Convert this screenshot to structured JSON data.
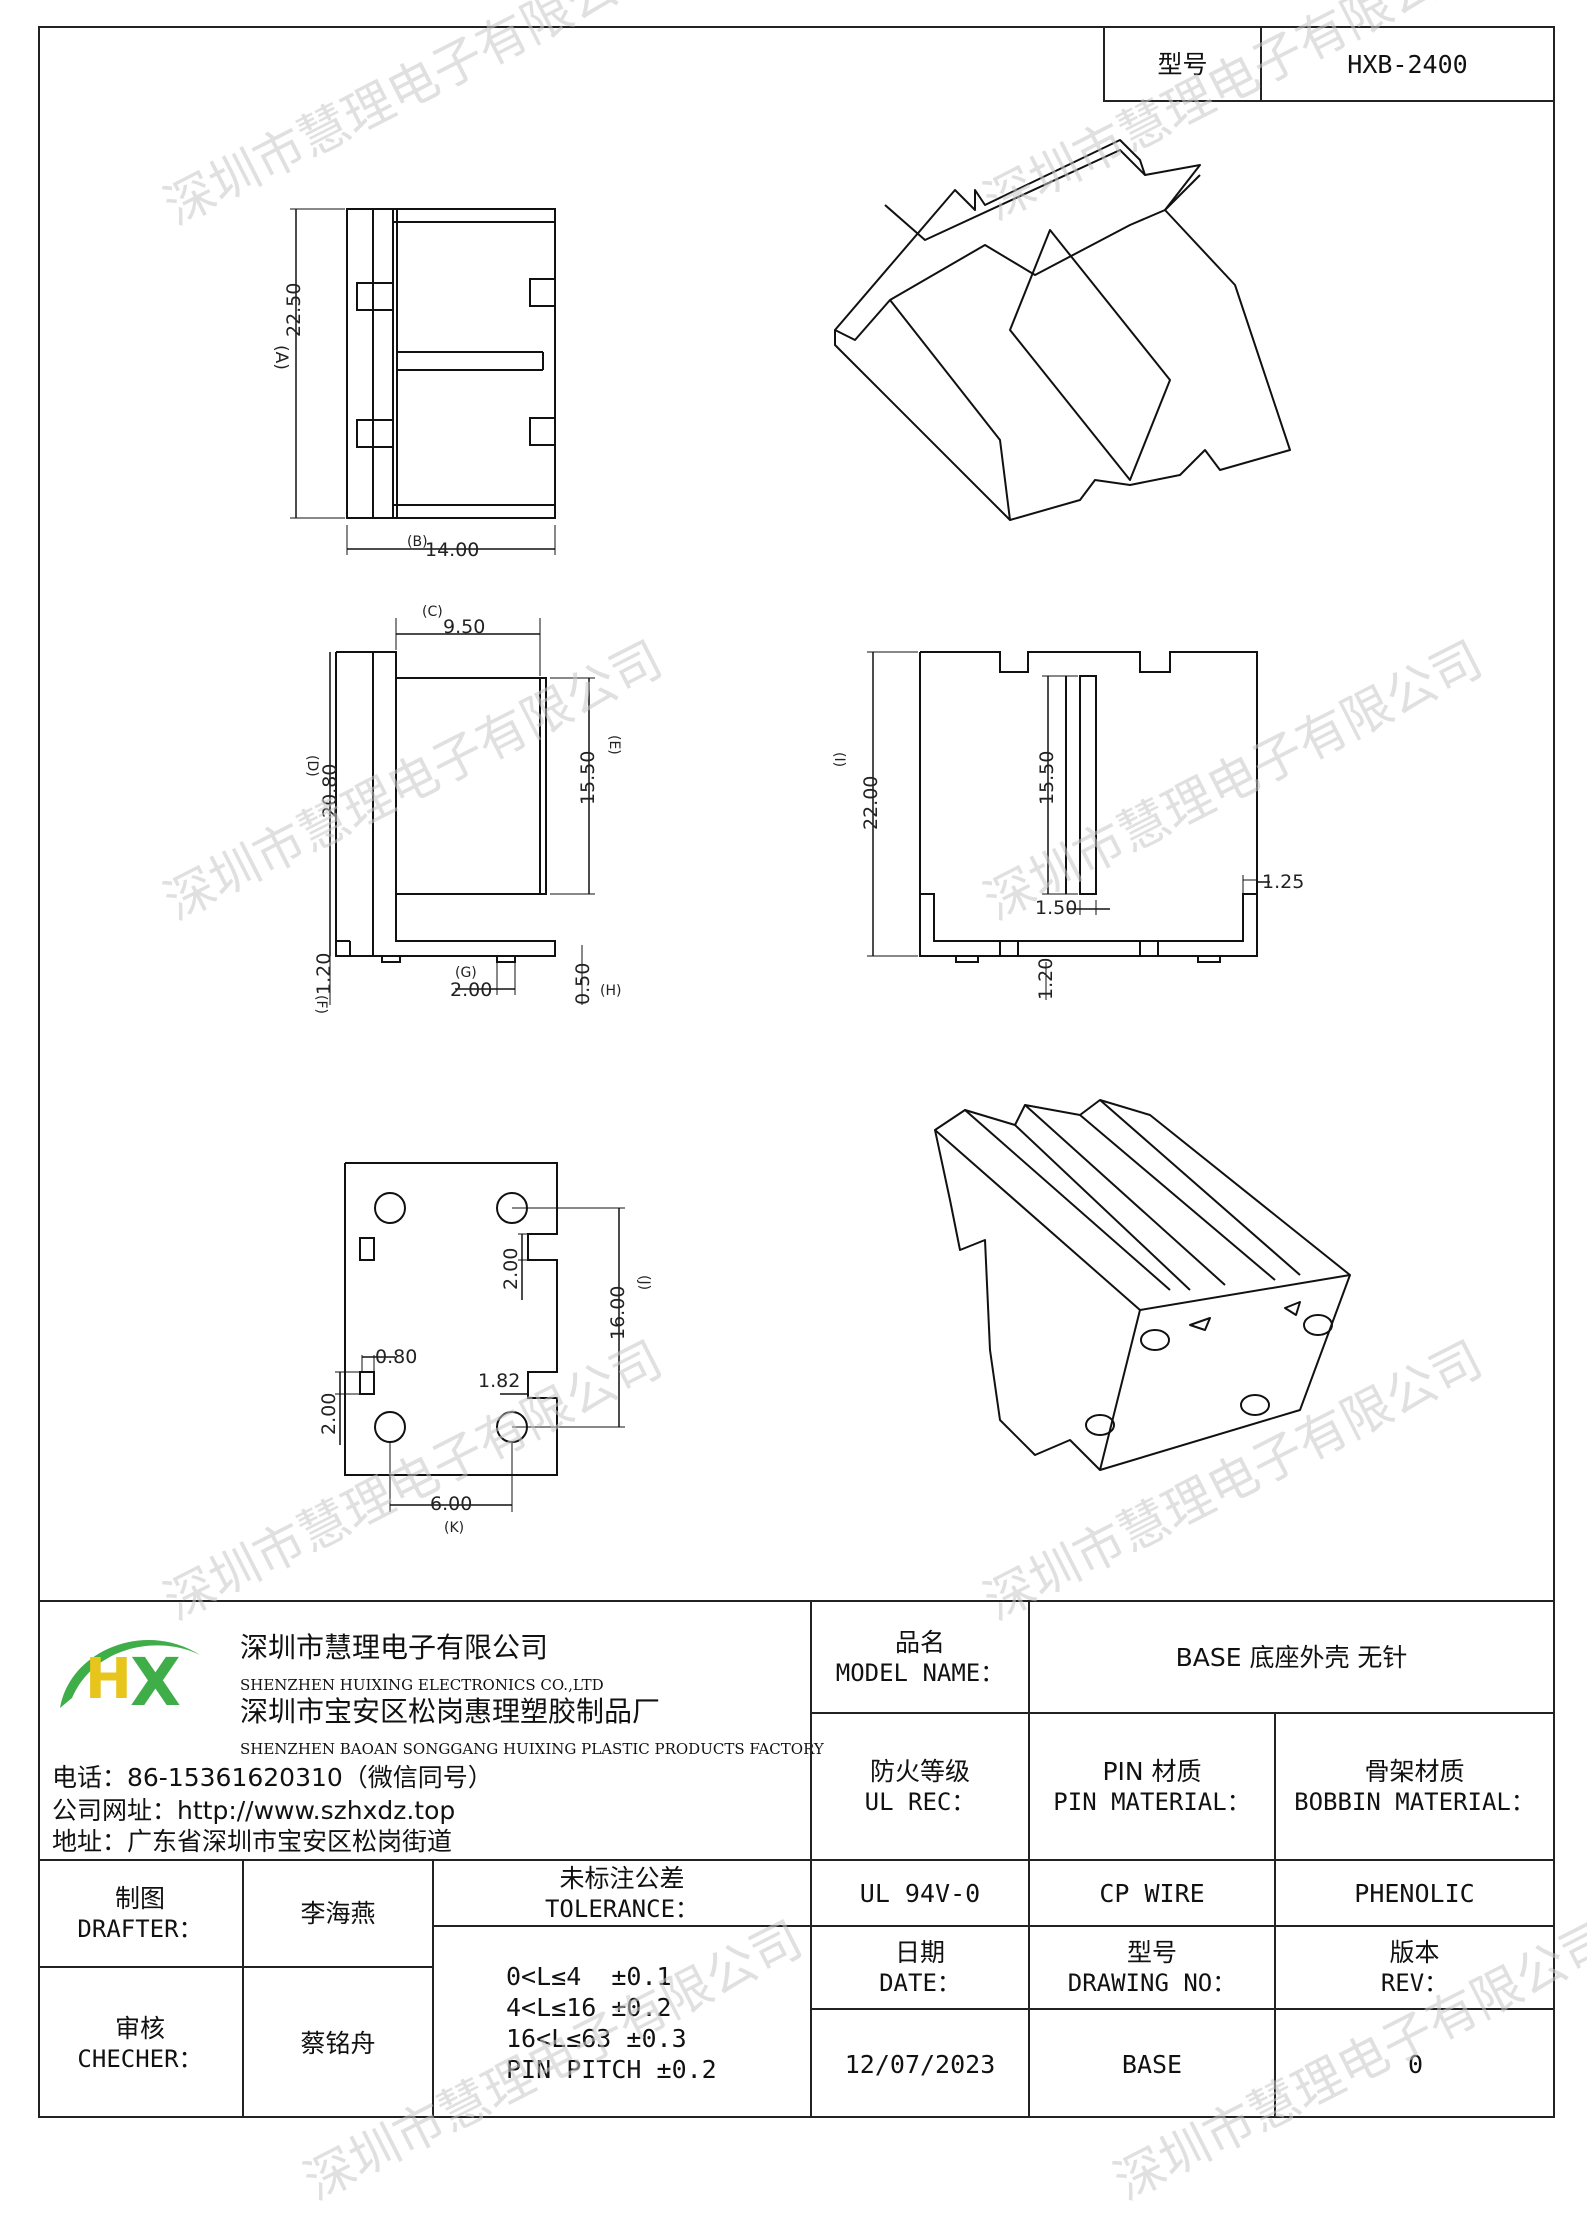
{
  "header": {
    "model_label": "型号",
    "model_value": "HXB-2400"
  },
  "watermark": {
    "text": "深圳市慧理电子有限公司"
  },
  "drawing": {
    "top_view": {
      "dim_a_tag": "(A)",
      "dim_a": "22.50",
      "dim_b_tag": "(B)",
      "dim_b": "14.00"
    },
    "front_view": {
      "dim_c_tag": "(C)",
      "dim_c": "9.50",
      "dim_d_tag": "(D)",
      "dim_d": "20.80",
      "dim_e_tag": "(E)",
      "dim_e": "15.50",
      "dim_f_tag": "(F)",
      "dim_f": "1.20",
      "dim_g_tag": "(G)",
      "dim_g": "2.00",
      "dim_h_tag": "(H)",
      "dim_h": "0.50"
    },
    "side_view": {
      "dim_i_tag": "(I)",
      "dim_i": "22.00",
      "dim_slot_len": "15.50",
      "dim_slot_w": "1.50",
      "dim_notch": "1.25",
      "dim_foot": "1.20"
    },
    "bottom_view": {
      "dim_j_tag": "(J)",
      "dim_j": "16.00",
      "dim_k_tag": "(K)",
      "dim_k": "6.00",
      "dim_notch_h": "2.00",
      "dim_slot_w": "0.80",
      "dim_slot_h": "2.00",
      "dim_notch_w": "1.82"
    }
  },
  "company": {
    "name_cn": "深圳市慧理电子有限公司",
    "name_en": "SHENZHEN HUIXING ELECTRONICS CO.,LTD",
    "factory_cn": "深圳市宝安区松岗惠理塑胶制品厂",
    "factory_en": "SHENZHEN BAOAN SONGGANG HUIXING PLASTIC PRODUCTS FACTORY",
    "phone": "电话：86-15361620310（微信同号）",
    "website": "公司网址：http://www.szhxdz.top",
    "address": "地址：广东省深圳市宝安区松岗街道",
    "logo": {
      "letters": "HX",
      "color_green": "#3fae49",
      "color_yellow": "#e8c51c"
    }
  },
  "title_block": {
    "model_name_cn": "品名",
    "model_name_en": "MODEL NAME：",
    "model_name_value": "BASE 底座外壳 无针",
    "ul_cn": "防火等级",
    "ul_en": "UL REC：",
    "pin_cn": "PIN 材质",
    "pin_en": "PIN MATERIAL：",
    "bobbin_cn": "骨架材质",
    "bobbin_en": "BOBBIN MATERIAL：",
    "ul_value": "UL 94V-0",
    "pin_value": "CP WIRE",
    "bobbin_value": "PHENOLIC",
    "date_cn": "日期",
    "date_en": "DATE：",
    "drawing_no_cn": "型号",
    "drawing_no_en": "DRAWING NO：",
    "rev_cn": "版本",
    "rev_en": "REV：",
    "date_value": "12/07/2023",
    "drawing_no_value": "BASE",
    "rev_value": "0",
    "drafter_cn": "制图",
    "drafter_en": "DRAFTER：",
    "drafter_name": "李海燕",
    "checker_cn": "审核",
    "checker_en": "CHECHER：",
    "checker_name": "蔡铭舟",
    "tolerance_cn": "未标注公差",
    "tolerance_en": "TOLERANCE：",
    "tolerances": [
      "0<L≤4  ±0.1",
      "4<L≤16 ±0.2",
      "16<L≤63 ±0.3",
      "PIN PITCH ±0.2"
    ]
  }
}
